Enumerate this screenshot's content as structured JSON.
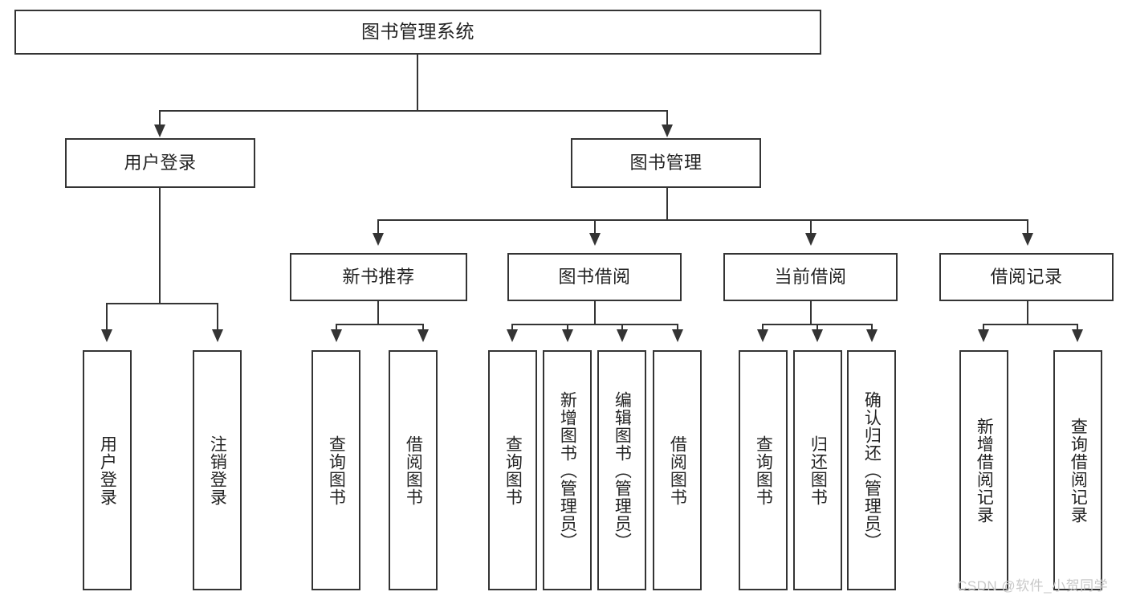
{
  "diagram": {
    "type": "tree-hierarchy",
    "title": "图书管理系统",
    "root": {
      "label": "图书管理系统"
    },
    "level2": [
      {
        "id": "user-login",
        "label": "用户登录"
      },
      {
        "id": "book-management",
        "label": "图书管理"
      }
    ],
    "level3": [
      {
        "id": "new-book-recommend",
        "label": "新书推荐",
        "parent": "book-management"
      },
      {
        "id": "book-borrow",
        "label": "图书借阅",
        "parent": "book-management"
      },
      {
        "id": "current-borrow",
        "label": "当前借阅",
        "parent": "book-management"
      },
      {
        "id": "borrow-record",
        "label": "借阅记录",
        "parent": "book-management"
      }
    ],
    "leaves": [
      {
        "id": "leaf-user-login",
        "label": "用户登录",
        "parent": "user-login"
      },
      {
        "id": "leaf-logout-login",
        "label": "注销登录",
        "parent": "user-login"
      },
      {
        "id": "leaf-query-book-1",
        "label": "查询图书",
        "parent": "new-book-recommend"
      },
      {
        "id": "leaf-borrow-book-1",
        "label": "借阅图书",
        "parent": "new-book-recommend"
      },
      {
        "id": "leaf-query-book-2",
        "label": "查询图书",
        "parent": "book-borrow"
      },
      {
        "id": "leaf-add-book",
        "label": "新增图书（管理员）",
        "parent": "book-borrow"
      },
      {
        "id": "leaf-edit-book",
        "label": "编辑图书（管理员）",
        "parent": "book-borrow"
      },
      {
        "id": "leaf-borrow-book-2",
        "label": "借阅图书",
        "parent": "book-borrow"
      },
      {
        "id": "leaf-query-book-3",
        "label": "查询图书",
        "parent": "current-borrow"
      },
      {
        "id": "leaf-return-book",
        "label": "归还图书",
        "parent": "current-borrow"
      },
      {
        "id": "leaf-confirm-return",
        "label": "确认归还（管理员）",
        "parent": "current-borrow"
      },
      {
        "id": "leaf-add-record",
        "label": "新增借阅记录",
        "parent": "borrow-record"
      },
      {
        "id": "leaf-query-record",
        "label": "查询借阅记录",
        "parent": "borrow-record"
      }
    ],
    "watermark": "CSDN @软件_小贺同学",
    "colors": {
      "stroke": "#343434",
      "fill": "#ffffff",
      "text": "#232323",
      "watermark": "#c9c9c9"
    }
  }
}
